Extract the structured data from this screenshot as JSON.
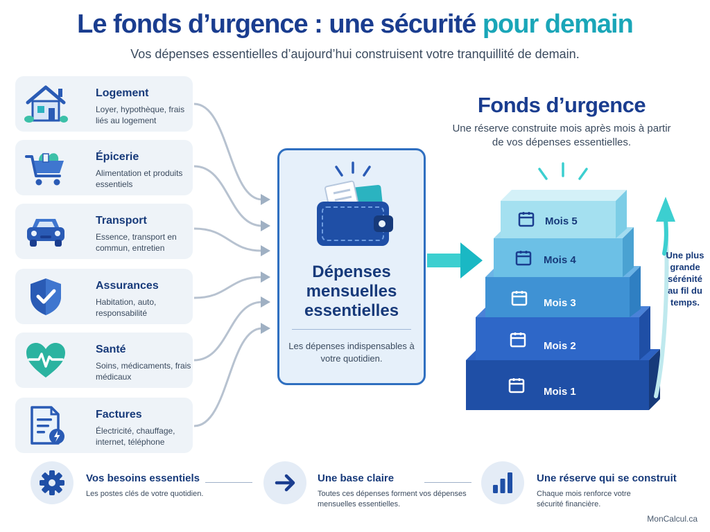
{
  "header": {
    "title_main": "Le fonds d’urgence : une sécurité ",
    "title_accent": "pour demain",
    "subtitle": "Vos dépenses essentielles d’aujourd’hui construisent votre tranquillité de demain."
  },
  "categories": [
    {
      "title": "Logement",
      "desc": "Loyer, hypothèque, frais liés au logement",
      "icon": "house-icon"
    },
    {
      "title": "Épicerie",
      "desc": "Alimentation et produits essentiels",
      "icon": "grocery-cart-icon"
    },
    {
      "title": "Transport",
      "desc": "Essence, transport en commun, entretien",
      "icon": "car-icon"
    },
    {
      "title": "Assurances",
      "desc": "Habitation, auto, responsabilité",
      "icon": "shield-check-icon"
    },
    {
      "title": "Santé",
      "desc": "Soins, médicaments, frais médicaux",
      "icon": "heart-pulse-icon"
    },
    {
      "title": "Factures",
      "desc": "Électricité, chauffage, internet, téléphone",
      "icon": "bill-document-icon"
    }
  ],
  "center": {
    "title": "Dépenses mensuelles essentielles",
    "desc": "Les dépenses indispensables à votre quotidien.",
    "icon": "wallet-icon"
  },
  "fund": {
    "title": "Fonds d’urgence",
    "desc": "Une réserve construite mois après mois à partir de vos dépenses essentielles.",
    "steps": [
      "Mois 5",
      "Mois 4",
      "Mois 3",
      "Mois 2",
      "Mois 1"
    ],
    "serenity": "Une plus grande sérénité au fil du temps."
  },
  "colors": {
    "dark_blue": "#1a3d8f",
    "accent_teal": "#1aa6b8",
    "step_1": "#1f4fa6",
    "step_5": "#8fd6e8"
  },
  "bottom": [
    {
      "title": "Vos besoins essentiels",
      "desc": "Les postes clés de votre quotidien.",
      "icon": "gear-icon"
    },
    {
      "title": "Une base claire",
      "desc": "Toutes ces dépenses forment vos dépenses mensuelles essentielles.",
      "icon": "arrow-right-icon"
    },
    {
      "title": "Une réserve qui se construit",
      "desc": "Chaque mois renforce votre sécurité financière.",
      "icon": "bar-chart-icon"
    }
  ],
  "brand": "MonCalcul.ca"
}
